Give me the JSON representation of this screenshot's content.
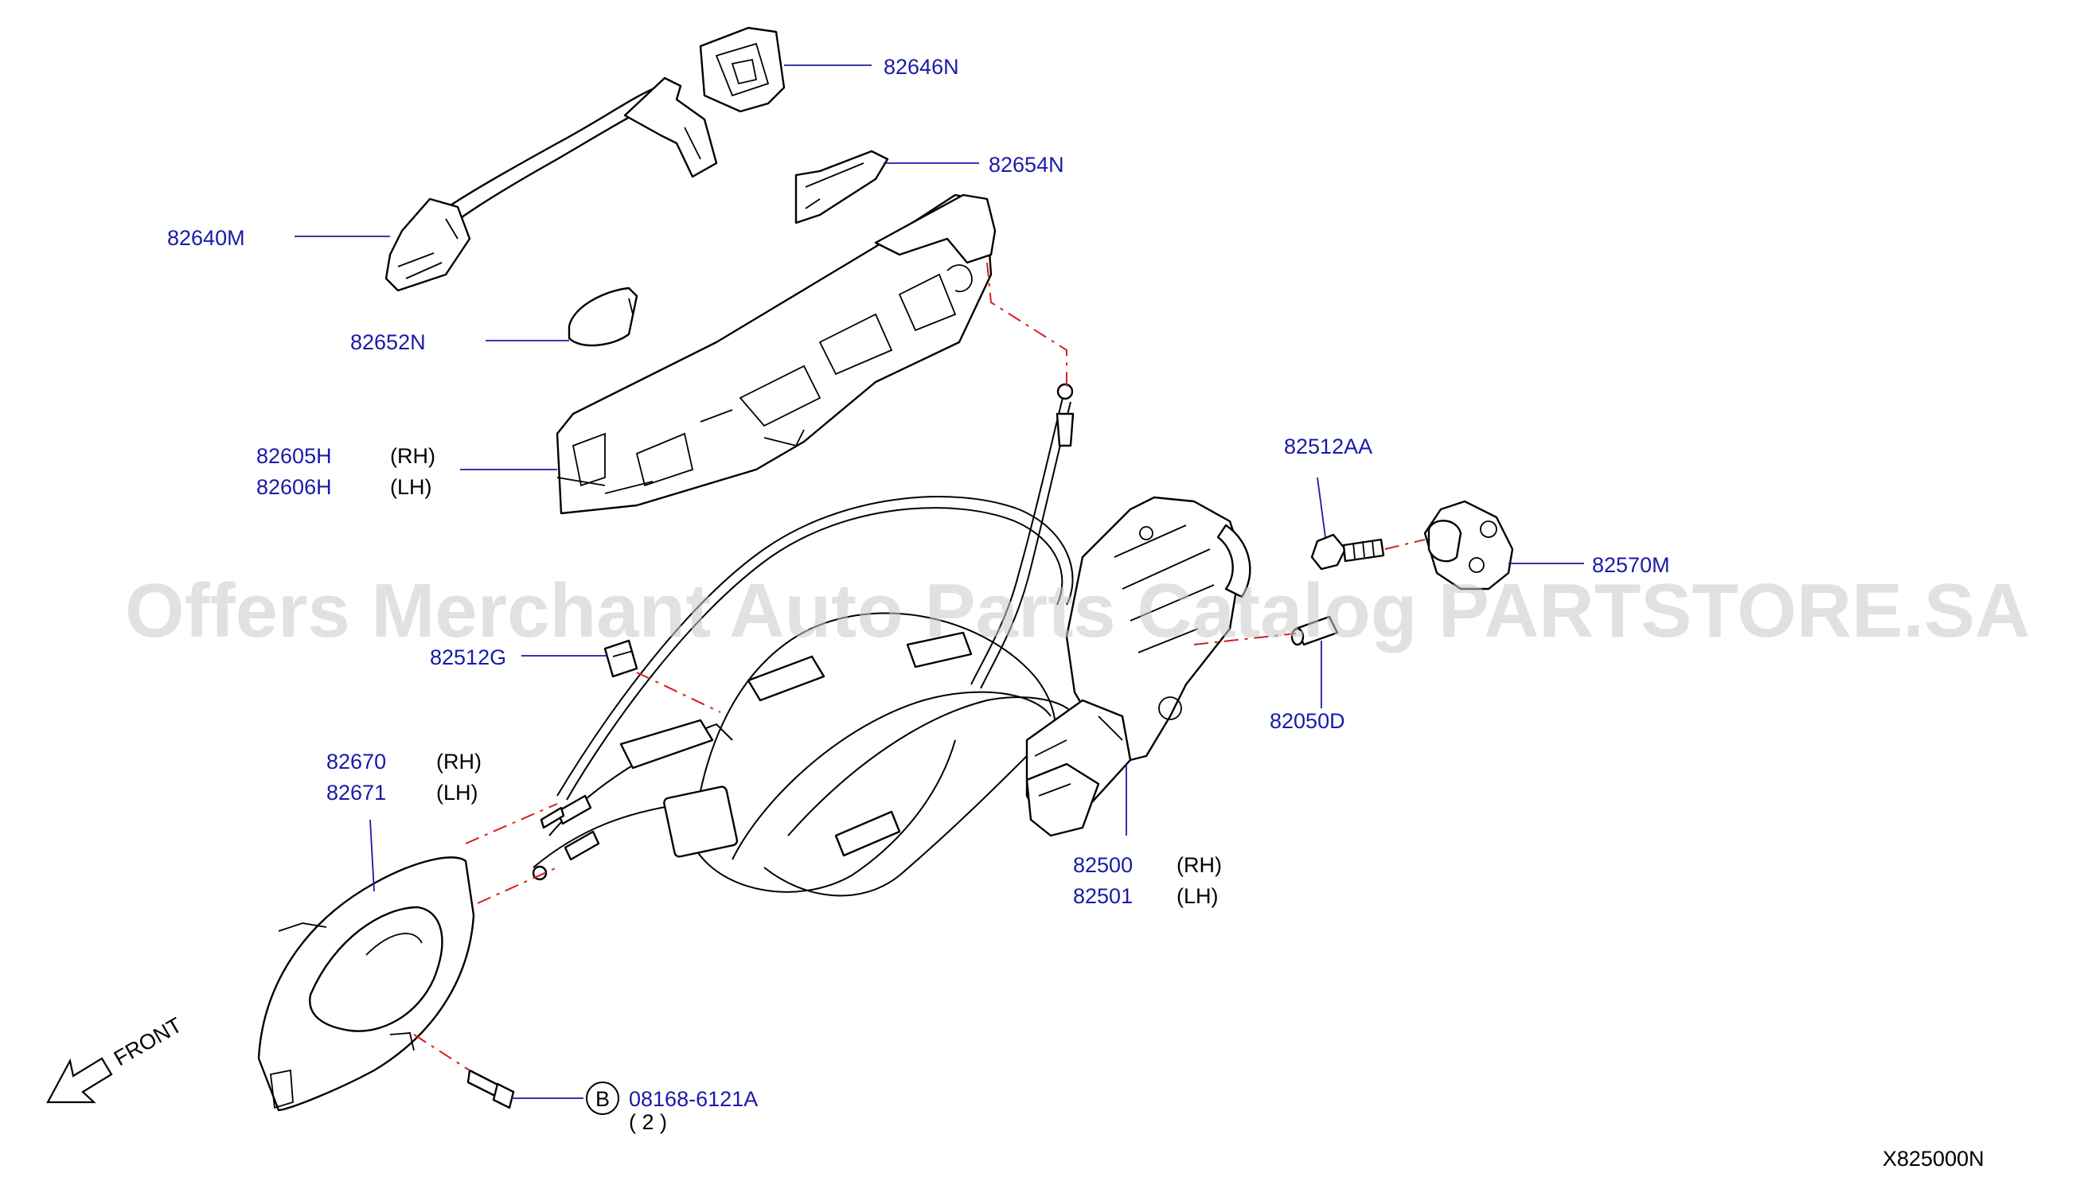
{
  "watermark": "Offers Merchant Auto Parts Catalog PARTSTORE.SA",
  "diagram_code": "X825000N",
  "front_label": "FRONT",
  "callouts": [
    {
      "id": "82646N"
    },
    {
      "id": "82654N"
    },
    {
      "id": "82640M"
    },
    {
      "id": "82652N"
    },
    {
      "id": "82605H",
      "side": "(RH)"
    },
    {
      "id": "82606H",
      "side": "(LH)"
    },
    {
      "id": "82512AA"
    },
    {
      "id": "82570M"
    },
    {
      "id": "82512G"
    },
    {
      "id": "82050D"
    },
    {
      "id": "82670",
      "side": "(RH)"
    },
    {
      "id": "82671",
      "side": "(LH)"
    },
    {
      "id": "82500",
      "side": "(RH)"
    },
    {
      "id": "82501",
      "side": "(LH)"
    },
    {
      "id": "08168-6121A",
      "prefix": "B",
      "qty": "(  2  )"
    }
  ]
}
